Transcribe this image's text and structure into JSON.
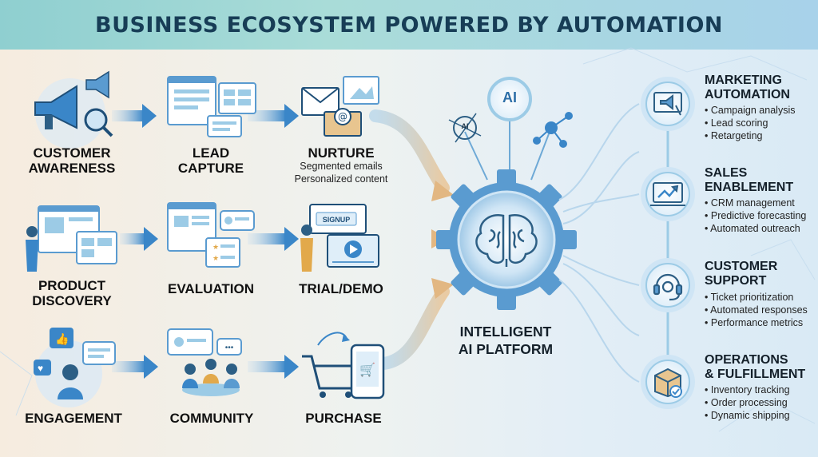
{
  "title": "BUSINESS ECOSYSTEM POWERED BY AUTOMATION",
  "stages": [
    {
      "label_1": "CUSTOMER",
      "label_2": "AWARENESS"
    },
    {
      "label_1": "LEAD",
      "label_2": "CAPTURE"
    },
    {
      "label_1": "NURTURE",
      "sub_1": "Segmented emails",
      "sub_2": "Personalized content"
    },
    {
      "label_1": "PRODUCT",
      "label_2": "DISCOVERY"
    },
    {
      "label_1": "EVALUATION"
    },
    {
      "label_1": "TRIAL/DEMO",
      "badge": "SIGNUP"
    },
    {
      "label_1": "ENGAGEMENT"
    },
    {
      "label_1": "COMMUNITY"
    },
    {
      "label_1": "PURCHASE"
    }
  ],
  "platform": {
    "label_1": "INTELLIGENT",
    "label_2": "AI PLATFORM",
    "ai_badge": "AI",
    "ai_small_badge": "AI"
  },
  "functions": [
    {
      "title_1": "MARKETING",
      "title_2": "AUTOMATION",
      "icon": "megaphone-screen-icon",
      "items": [
        "Campaign analysis",
        "Lead scoring",
        "Retargeting"
      ]
    },
    {
      "title_1": "SALES",
      "title_2": "ENABLEMENT",
      "icon": "growth-chart-icon",
      "items": [
        "CRM management",
        "Predictive forecasting",
        "Automated outreach"
      ]
    },
    {
      "title_1": "CUSTOMER",
      "title_2": "SUPPORT",
      "icon": "headset-icon",
      "items": [
        "Ticket prioritization",
        "Automated responses",
        "Performance metrics"
      ]
    },
    {
      "title_1": "OPERATIONS",
      "title_2": "& FULFILLMENT",
      "icon": "package-icon",
      "items": [
        "Inventory tracking",
        "Order processing",
        "Dynamic shipping"
      ]
    }
  ],
  "colors": {
    "arrow": "#3a86c8",
    "accent": "#2d6fa8",
    "node_ring": "#9ccbe6"
  }
}
